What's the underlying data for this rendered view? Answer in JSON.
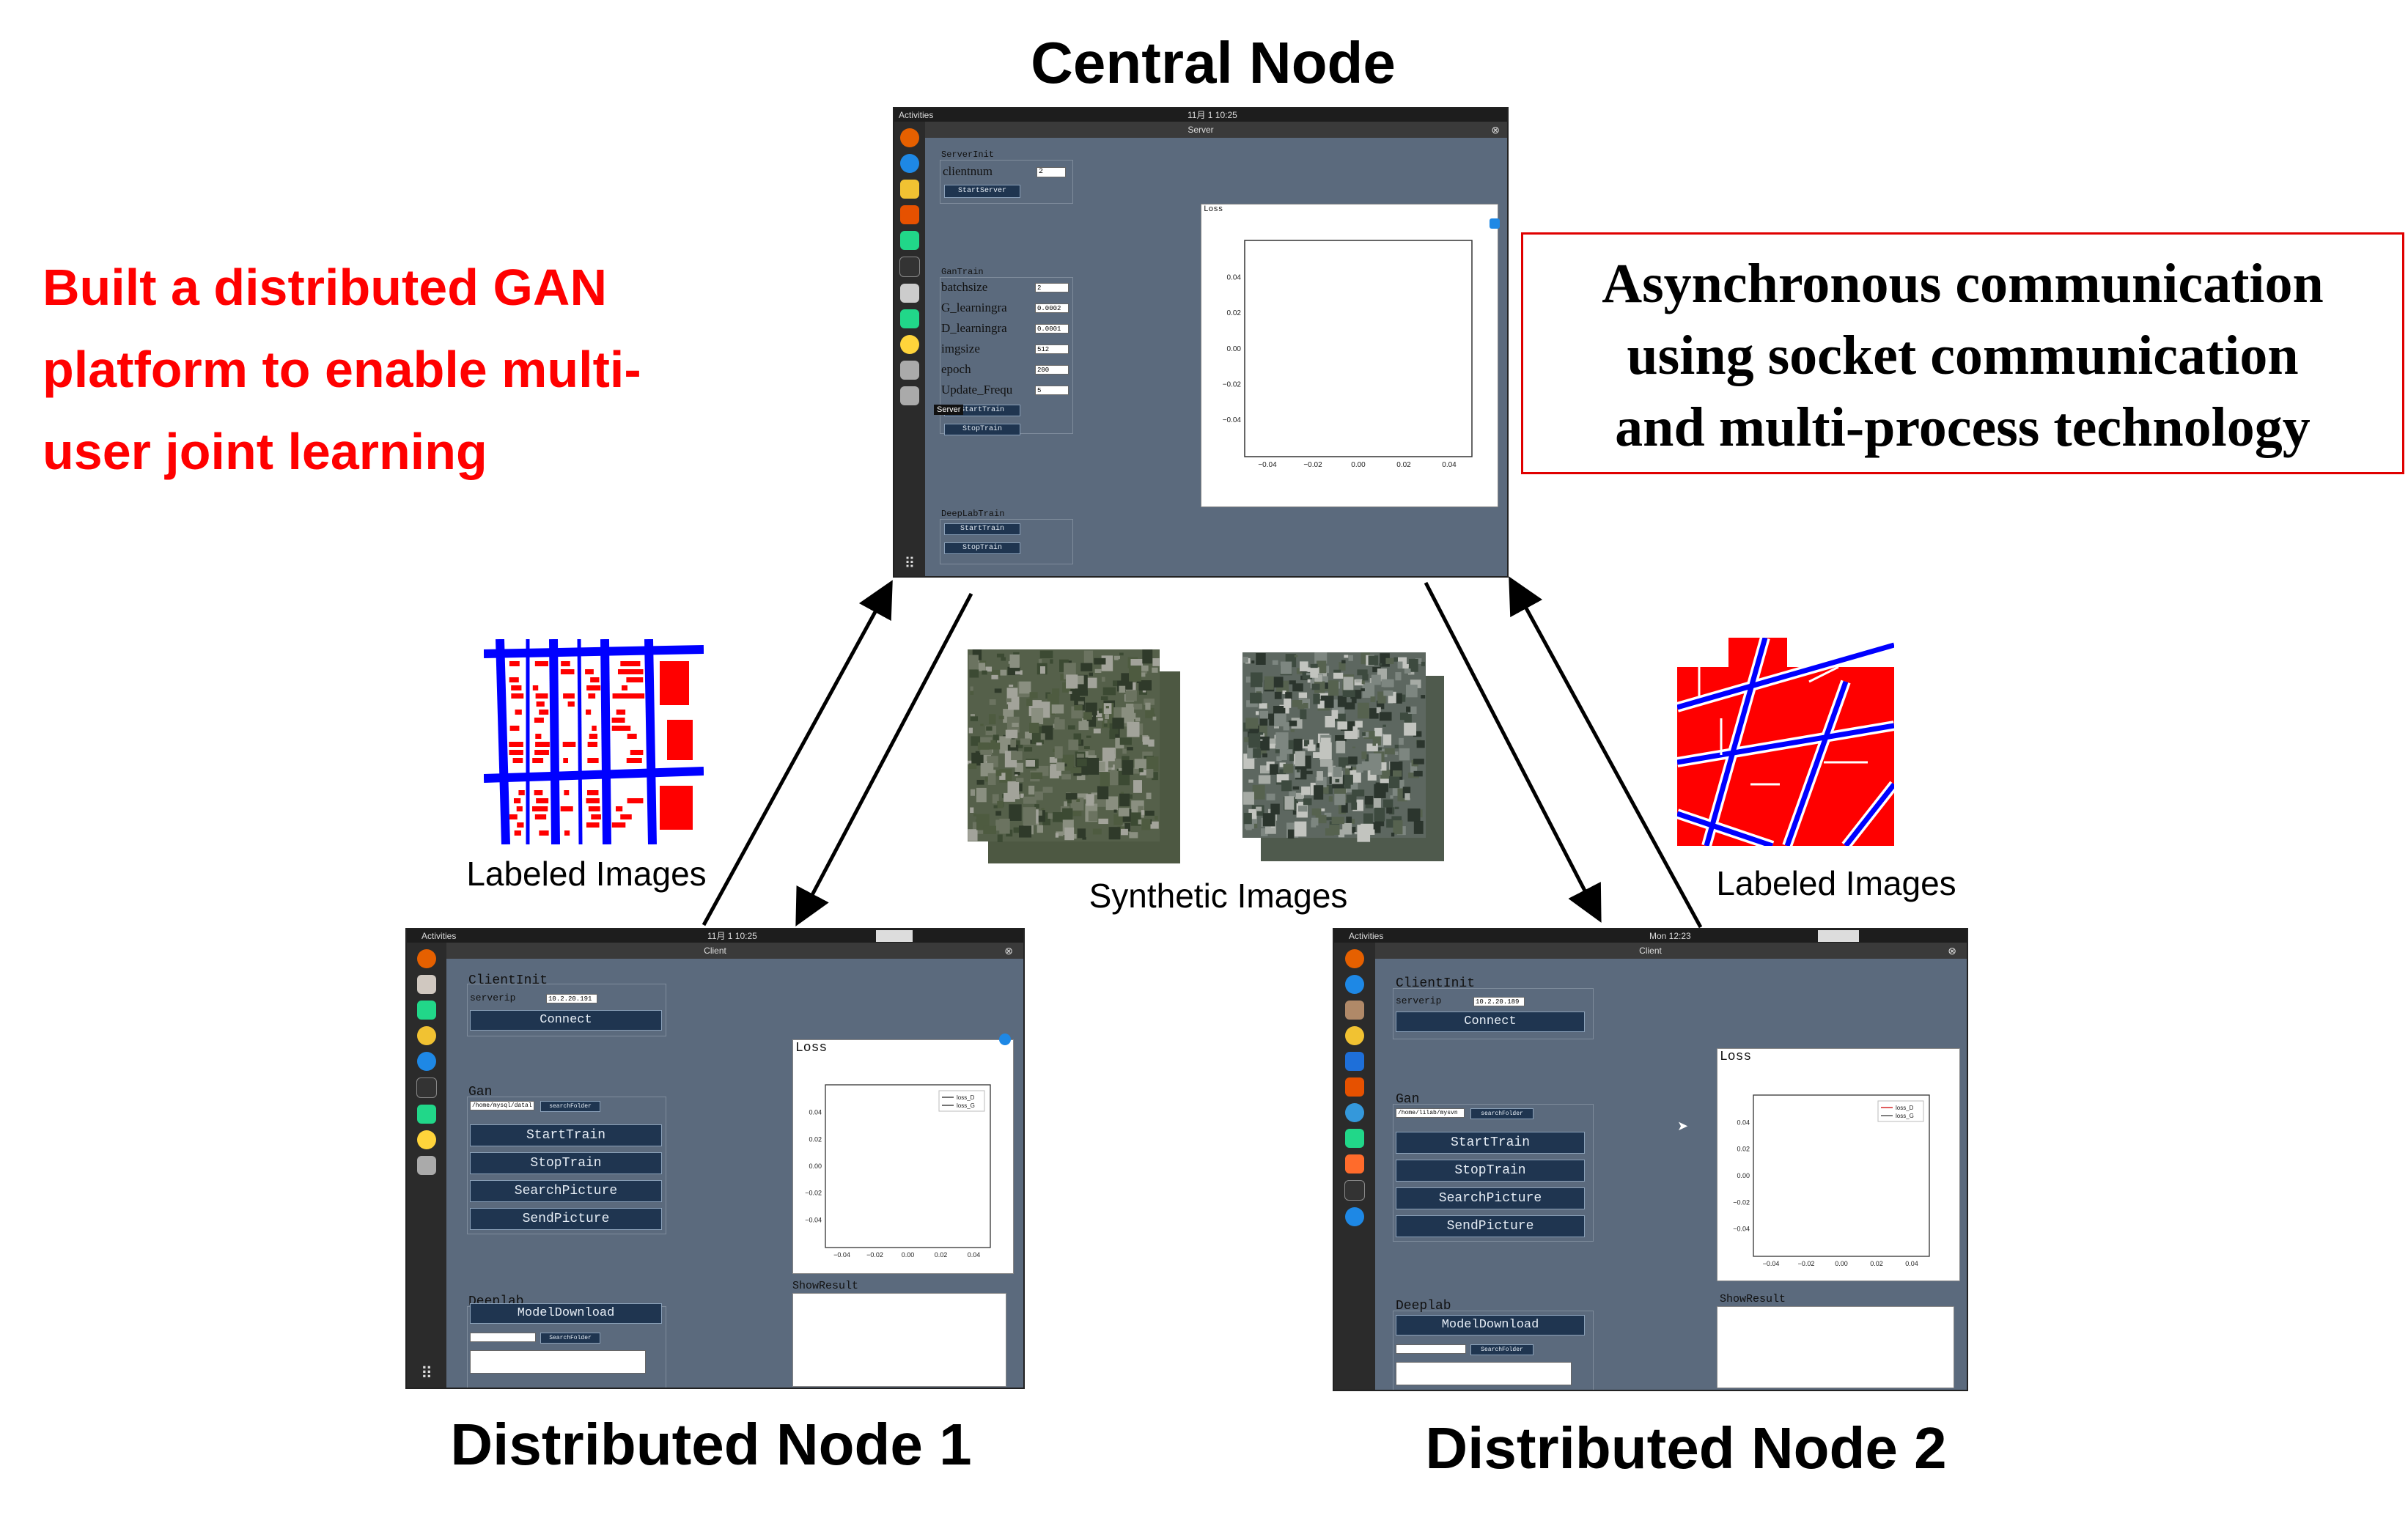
{
  "titles": {
    "central": "Central Node",
    "node1": "Distributed Node 1",
    "node2": "Distributed Node 2"
  },
  "left_text": [
    "Built a distributed GAN",
    "platform to enable multi-",
    "user joint learning"
  ],
  "right_box": [
    "Asynchronous communication",
    "using socket communication",
    "and multi-process technology"
  ],
  "labels": {
    "labeled_left": "Labeled Images",
    "synthetic": "Synthetic Images",
    "labeled_right": "Labeled Images"
  },
  "server": {
    "activities": "Activities",
    "clock": "11月 1  10:25",
    "window_title": "Server",
    "serverinit_title": "ServerInit",
    "clientnum_label": "clientnum",
    "clientnum_value": "2",
    "startserver": "StartServer",
    "gantrain_title": "GanTrain",
    "fields": [
      {
        "label": "batchsize",
        "value": "2"
      },
      {
        "label": "G_learningra",
        "value": "0.0002"
      },
      {
        "label": "D_learningra",
        "value": "0.0001"
      },
      {
        "label": "imgsize",
        "value": "512"
      },
      {
        "label": "epoch",
        "value": "200"
      },
      {
        "label": "Update_Frequ",
        "value": "5"
      }
    ],
    "tooltip": "Server",
    "starttrain": "StartTrain",
    "stoptrain": "StopTrain",
    "deeplab_title": "DeepLabTrain",
    "dl_start": "StartTrain",
    "dl_stop": "StopTrain",
    "loss_title": "Loss",
    "yticks": [
      "0.04",
      "0.02",
      "0.00",
      "−0.02",
      "−0.04"
    ],
    "xticks": [
      "−0.04",
      "−0.02",
      "0.00",
      "0.02",
      "0.04"
    ]
  },
  "client1": {
    "activities": "Activities",
    "clock": "11月 1  10:25",
    "window_title": "Client",
    "clientinit_title": "ClientInit",
    "serverip_label": "serverip",
    "serverip_value": "10.2.20.191",
    "connect": "Connect",
    "gan_title": "Gan",
    "path_value": "/home/mysql/datal",
    "searchfolder": "searchFolder",
    "buttons": [
      "StartTrain",
      "StopTrain",
      "SearchPicture",
      "SendPicture"
    ],
    "deeplab_title": "Deeplab",
    "modeldownload": "ModelDownload",
    "searchfolder2": "SearchFolder",
    "loss_title": "Loss",
    "legend": [
      "loss_D",
      "loss_G"
    ],
    "yticks": [
      "0.04",
      "0.02",
      "0.00",
      "−0.02",
      "−0.04"
    ],
    "xticks": [
      "−0.04",
      "−0.02",
      "0.00",
      "0.02",
      "0.04"
    ],
    "showresult": "ShowResult"
  },
  "client2": {
    "activities": "Activities",
    "clock": "Mon 12:23",
    "window_title": "Client",
    "clientinit_title": "ClientInit",
    "serverip_label": "serverip",
    "serverip_value": "10.2.20.189",
    "connect": "Connect",
    "gan_title": "Gan",
    "path_value": "/home/lilab/mysvn",
    "searchfolder": "searchFolder",
    "buttons": [
      "StartTrain",
      "StopTrain",
      "SearchPicture",
      "SendPicture"
    ],
    "deeplab_title": "Deeplab",
    "modeldownload": "ModelDownload",
    "searchfolder2": "SearchFolder",
    "loss_title": "Loss",
    "legend": [
      "loss_D",
      "loss_G"
    ],
    "yticks": [
      "0.04",
      "0.02",
      "0.00",
      "−0.02",
      "−0.04"
    ],
    "xticks": [
      "−0.04",
      "−0.02",
      "0.00",
      "0.02",
      "0.04"
    ],
    "showresult": "ShowResult"
  },
  "colors": {
    "red": "#ff0000",
    "window_bg": "#5b6a7d",
    "button": "#1f3550",
    "blue": "#0000ff"
  }
}
